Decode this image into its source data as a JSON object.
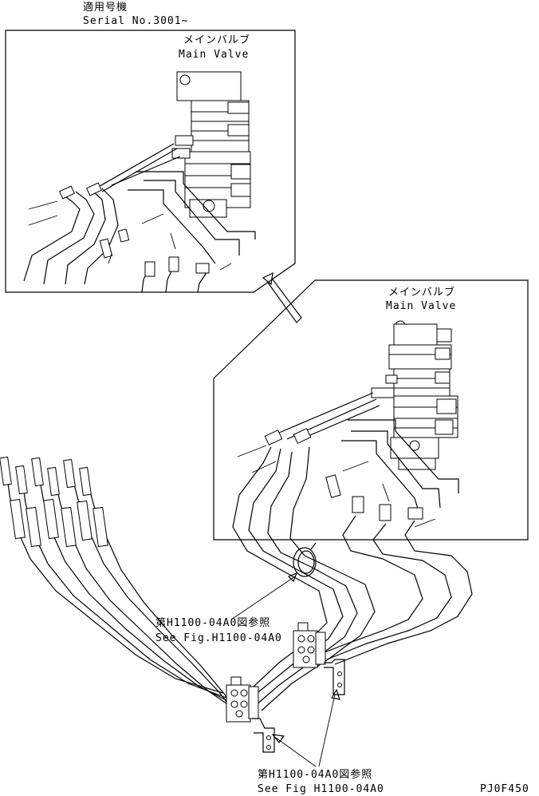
{
  "header": {
    "applicable_models_jp": "適用号機",
    "serial": "Serial No.3001~"
  },
  "inset_top": {
    "label_jp": "メインバルブ",
    "label_en": "Main Valve"
  },
  "inset_main": {
    "label_jp": "メインバルブ",
    "label_en": "Main Valve"
  },
  "ref_upper": {
    "jp": "第H1100-04A0図参照",
    "en": "See Fig.H1100-04A0"
  },
  "ref_lower": {
    "jp": "第H1100-04A0図参照",
    "en": "See Fig H1100-04A0"
  },
  "drawing_code": "PJ0F450"
}
